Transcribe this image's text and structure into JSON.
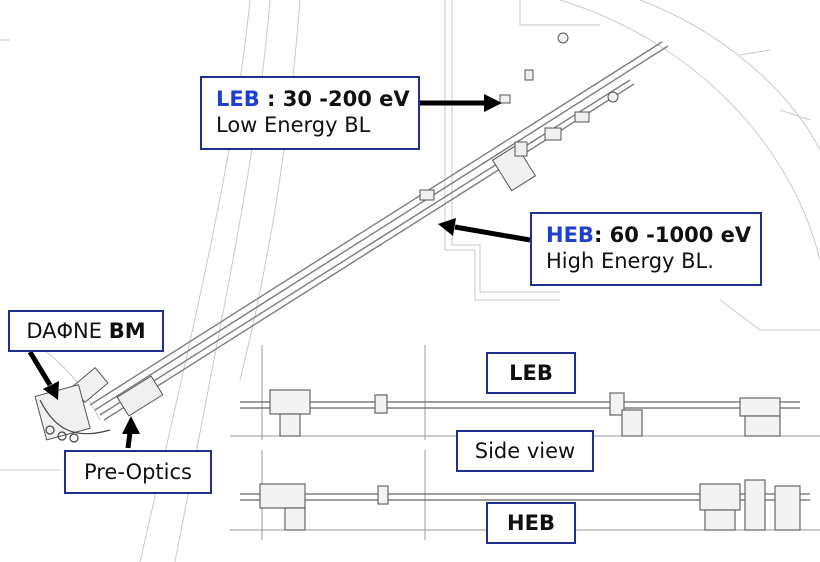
{
  "labels": {
    "leb": {
      "acronym": "LEB",
      "range": " : 30 -200 eV",
      "description": "Low Energy BL"
    },
    "heb": {
      "acronym": "HEB",
      "range": ": 60 -1000 eV",
      "description": "High Energy BL."
    },
    "dafne": {
      "name": "DAΦNE ",
      "suffix": "BM"
    },
    "pre_optics": "Pre-Optics",
    "side_view": "Side view",
    "leb_side": "LEB",
    "heb_side": "HEB"
  },
  "colors": {
    "box_border": "#1f2f8f",
    "acronym": "#1f3fd0",
    "arrow": "#000000",
    "drawing": "#8a8a8a"
  }
}
